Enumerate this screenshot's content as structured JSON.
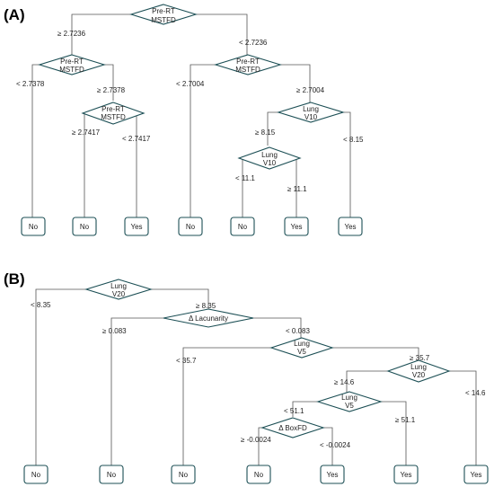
{
  "panelA": {
    "label": "(A)",
    "nodes": {
      "a1": [
        "Pre-RT",
        "MSTFD"
      ],
      "a2": [
        "Pre-RT",
        "MSTFD"
      ],
      "a3": [
        "Pre-RT",
        "MSTFD"
      ],
      "a4": [
        "Pre-RT",
        "MSTFD"
      ],
      "a5": [
        "Lung",
        "V10"
      ],
      "a6": [
        "Lung",
        "V10"
      ]
    },
    "edges": {
      "e1": "≥ 2.7236",
      "e2": "< 2.7236",
      "e3": "< 2.7378",
      "e4": "≥ 2.7378",
      "e5": "≥ 2.7417",
      "e6": "< 2.7417",
      "e7": "< 2.7004",
      "e8": "≥ 2.7004",
      "e9": "≥ 8.15",
      "e10": "< 8.15",
      "e11": "< 11.1",
      "e12": "≥ 11.1"
    },
    "leaves": [
      "No",
      "No",
      "Yes",
      "No",
      "No",
      "Yes",
      "Yes"
    ]
  },
  "panelB": {
    "label": "(B)",
    "nodes": {
      "b1": [
        "Lung",
        "V20"
      ],
      "b2": [
        "Δ Lacunarity"
      ],
      "b3": [
        "Lung",
        "V5"
      ],
      "b4": [
        "Lung",
        "V20"
      ],
      "b5": [
        "Lung",
        "V5"
      ],
      "b6": [
        "Δ BoxFD"
      ]
    },
    "edges": {
      "f1": "< 8.35",
      "f2": "≥ 8.35",
      "f3": "≥ 0.083",
      "f4": "< 0.083",
      "f5": "< 35.7",
      "f6": "≥ 35.7",
      "f7": "≥ 14.6",
      "f8": "< 14.6",
      "f9": "< 51.1",
      "f10": "≥ 51.1",
      "f11": "≥ -0.0024",
      "f12": "< -0.0024"
    },
    "leaves": [
      "No",
      "No",
      "No",
      "No",
      "Yes",
      "Yes",
      "Yes"
    ]
  }
}
